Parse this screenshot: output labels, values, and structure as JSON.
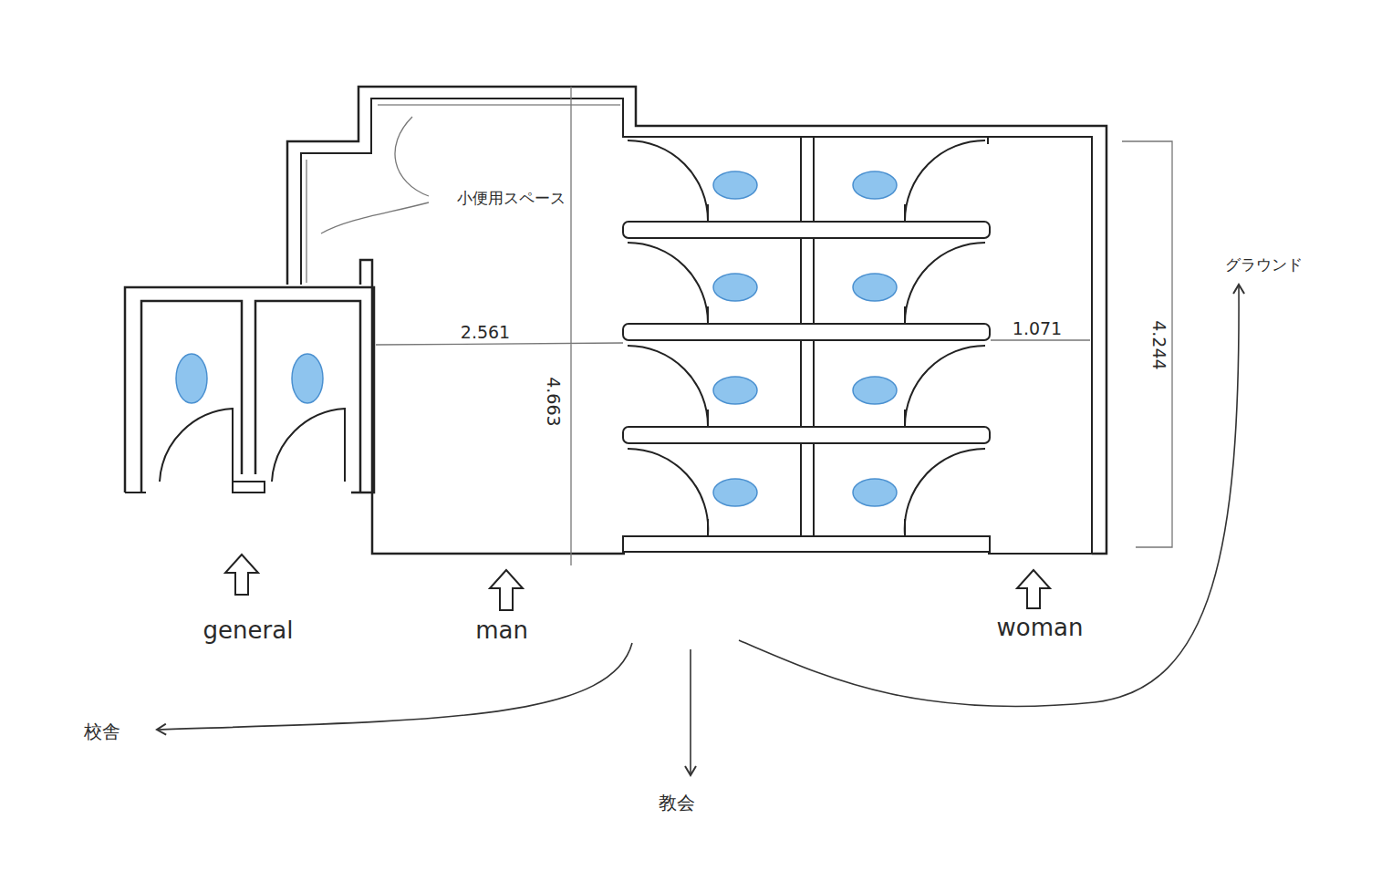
{
  "diagram": {
    "labels": [
      "小便用スペース",
      "2.561",
      "4.663",
      "1.071",
      "4.244",
      "グラウンド",
      "general",
      "man",
      "woman",
      "校舎",
      "教会"
    ]
  }
}
